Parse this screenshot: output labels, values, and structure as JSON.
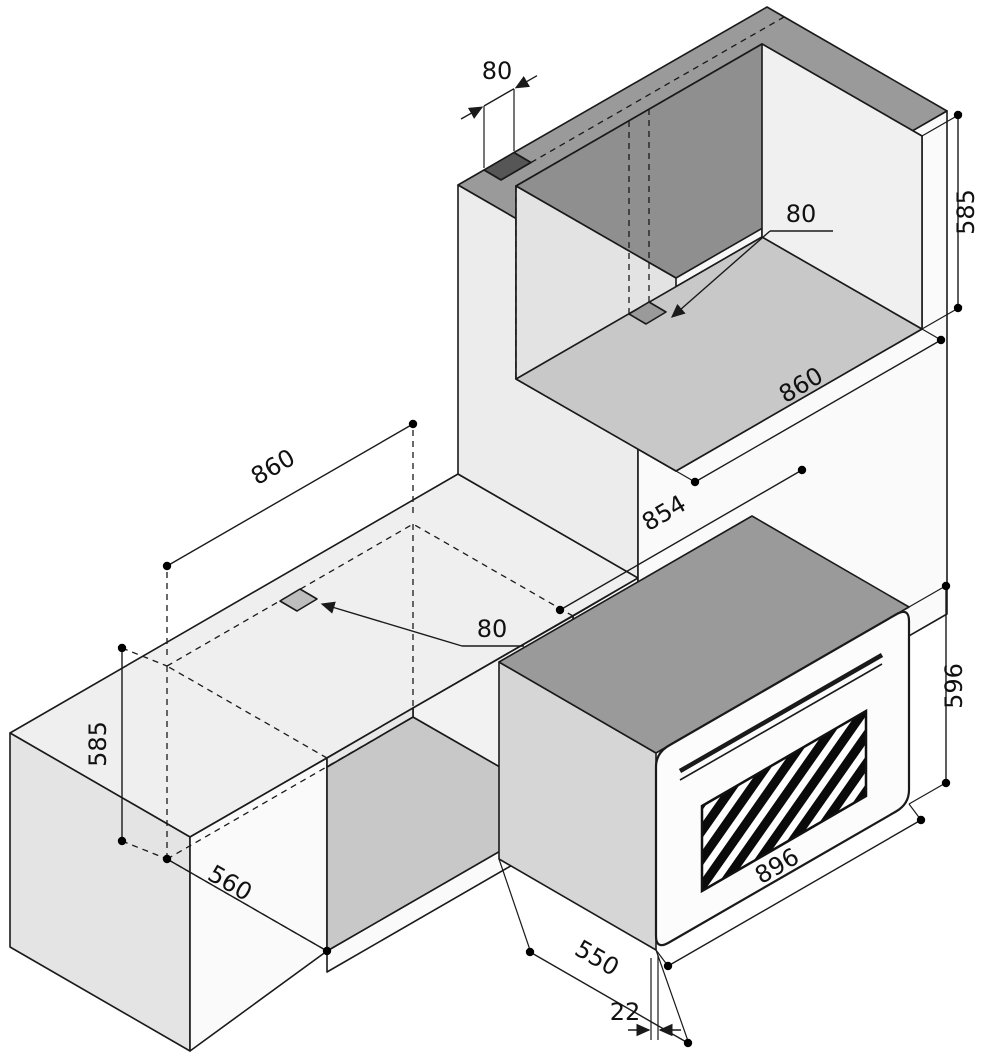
{
  "drawing": {
    "type": "isometric technical drawing",
    "subject": "Built-in oven cabinet niche installation dimensions",
    "units": "mm"
  },
  "dims": {
    "top_vent_width": "80",
    "upper_niche_height": "585",
    "upper_vent_width": "80",
    "upper_niche_width": "860",
    "lower_niche_width": "860",
    "opening_width": "854",
    "lower_vent_width": "80",
    "lower_niche_height": "585",
    "lower_niche_depth": "560",
    "oven_height": "596",
    "oven_width": "896",
    "oven_depth": "550",
    "front_overhang": "22"
  },
  "colors": {
    "line": "#1a1a1a",
    "face_front": "#fafafa",
    "face_top_dark": "#9a9a9a",
    "face_side": "#e9e9e9",
    "niche_floor": "#c8c8c8",
    "niche_ceiling": "#8f8f8f",
    "glass_dark": "#0a0a0a"
  }
}
